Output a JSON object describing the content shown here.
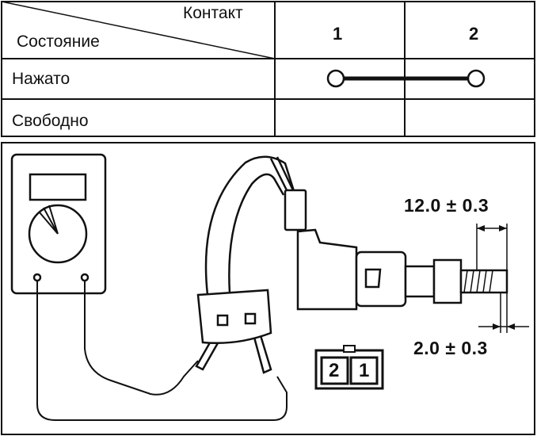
{
  "table": {
    "corner_top_label": "Контакт",
    "corner_bottom_label": "Состояние",
    "columns": [
      "1",
      "2"
    ],
    "rows": [
      {
        "label": "Нажато",
        "contact_1_2_connected": true
      },
      {
        "label": "Свободно",
        "contact_1_2_connected": false
      }
    ]
  },
  "diagram": {
    "dimension_top": "12.0 ± 0.3",
    "dimension_bottom": "2.0 ± 0.3",
    "connector_pins": [
      "2",
      "1"
    ]
  }
}
